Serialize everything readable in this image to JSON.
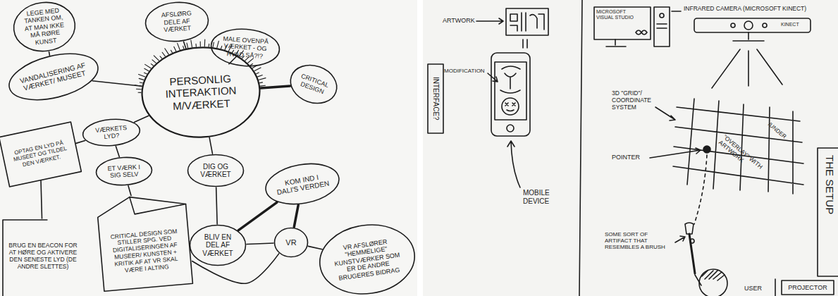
{
  "diagram": {
    "nodes": [
      {
        "text": [
          "LEGE MED TANKEN OM, AT MAN IKKE MÅ RØRE KUNST"
        ]
      },
      {
        "text": [
          "AFSLØRG DELE AF VÆRKET"
        ]
      },
      {
        "text": [
          "MALE OVENPÅ VÆRKET - OG HVAD SÅ?!?"
        ]
      },
      {
        "text": [
          "VANDALISERING AF VÆRKET/ MUSEET"
        ]
      },
      {
        "text": [
          "PERSONLIG INTERAKTION M/VÆRKET"
        ]
      },
      {
        "text": [
          "CRITICAL DESIGN"
        ]
      },
      {
        "text": [
          "VÆRKETS LYD?"
        ]
      },
      {
        "text": [
          "OPTAG EN LYD PÅ MUSEET OG TILDEL DEN VÆRKET."
        ]
      },
      {
        "text": [
          "ET VÆRK I SIG SELV"
        ]
      },
      {
        "text": [
          "DIG OG VÆRKET"
        ]
      },
      {
        "text": [
          "KOM IND I DALI'S VERDEN"
        ]
      },
      {
        "text": [
          "CRITICAL DESIGN SOM STILLER SPG. VED DIGITALISERINGEN AF MUSEER/ KUNSTEN + KRITIK AF AT VR SKAL VÆRE I ALTING"
        ]
      },
      {
        "text": [
          "BLIV EN DEL AF VÆRKET"
        ]
      },
      {
        "text": [
          "VR"
        ]
      },
      {
        "text": [
          "BRUG EN BEACON FOR AT HØRE OG AKTIVERE DEN SENESTE LYD (DE ANDRE SLETTES)"
        ]
      },
      {
        "text": [
          "VR AFSLØRER \"HEMMELIGE\" KUNSTVÆRKER SOM ER DE ANDRE BRUGERES BIDRAG"
        ]
      },
      {
        "text": [
          "INTERFACE?"
        ]
      },
      {
        "text": [
          "PROJECTOR"
        ]
      }
    ],
    "edges": [
      {
        "from": 0,
        "to": 3,
        "arrow": "none"
      },
      {
        "from": 1,
        "to": 4,
        "arrow": "none"
      },
      {
        "from": 2,
        "to": 4,
        "arrow": "none"
      },
      {
        "from": 3,
        "to": 4,
        "arrow": "none"
      },
      {
        "from": 5,
        "to": 4,
        "arrow": "none"
      },
      {
        "from": 6,
        "to": 4,
        "arrow": "none"
      },
      {
        "from": 6,
        "to": 7,
        "arrow": "none"
      },
      {
        "from": 8,
        "to": 6,
        "arrow": "none"
      },
      {
        "from": 8,
        "to": 11,
        "arrow": "none"
      },
      {
        "from": 4,
        "to": 9,
        "arrow": "none"
      },
      {
        "from": 9,
        "to": 12,
        "arrow": "none"
      },
      {
        "from": 12,
        "to": 10,
        "arrow": "none"
      },
      {
        "from": 10,
        "to": 13,
        "arrow": "none"
      },
      {
        "from": 12,
        "to": 13,
        "arrow": "none"
      },
      {
        "from": 11,
        "to": 13,
        "arrow": "none"
      },
      {
        "from": 13,
        "to": 15,
        "arrow": "none"
      },
      {
        "from": 14,
        "to": 7,
        "arrow": "none"
      }
    ],
    "labels": [
      "ARTWORK",
      "MODIFICATION",
      "MOBILE DEVICE",
      "MICROSOFT VISUAL STUDIO",
      "INFRARED CAMERA (MICROSOFT KINECT)",
      "KINECT",
      "3D \"GRID\"/ COORDINATE SYSTEM",
      "POINTER",
      "\"OVERLAY\" WITH ARTWORK",
      "/UNDER",
      "SOME SORT OF ARTIFACT THAT RESEMBLES A BRUSH",
      "USER",
      "THE SETUP"
    ]
  }
}
